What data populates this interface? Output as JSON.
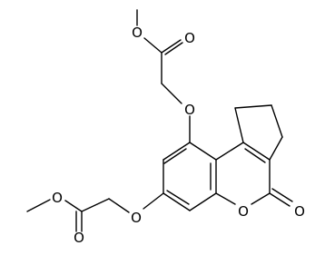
{
  "molecule": {
    "atoms": {
      "o_ester_top": "O",
      "o_carbonyl_top": "O",
      "o_ether_top": "O",
      "o_ether_bottom": "O",
      "o_ester_bottom": "O",
      "o_carbonyl_bottom": "O",
      "o_ring": "O",
      "o_lactone_carbonyl": "O"
    }
  }
}
